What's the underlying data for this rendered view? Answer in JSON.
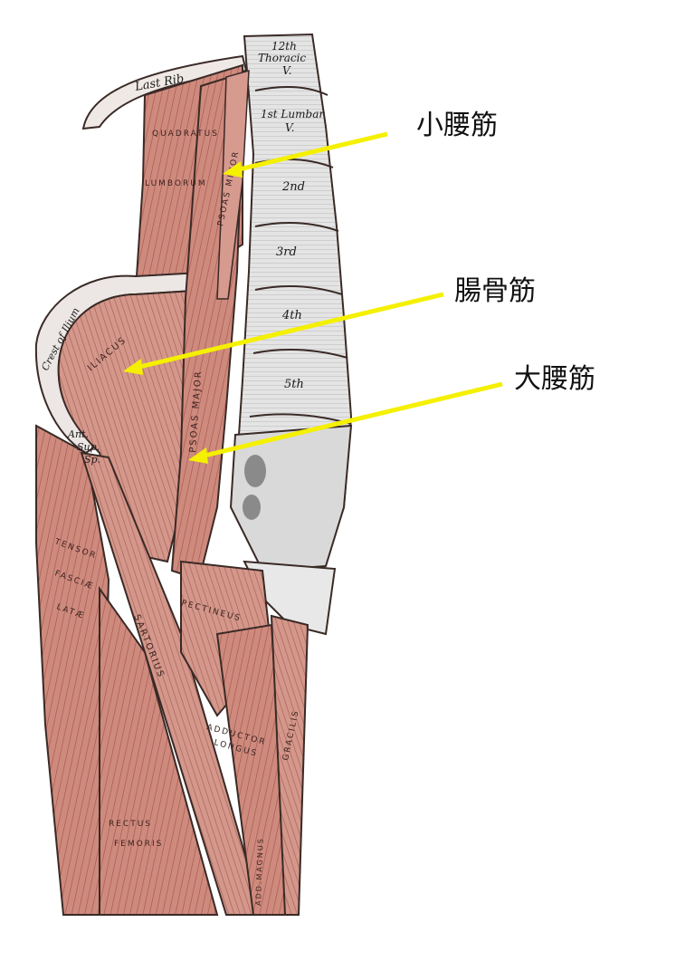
{
  "figure": {
    "callouts": [
      {
        "id": "psoas-minor",
        "text": "小腰筋"
      },
      {
        "id": "iliacus",
        "text": "腸骨筋"
      },
      {
        "id": "psoas-major",
        "text": "大腰筋"
      }
    ],
    "plate_labels": {
      "last_rib": "Last Rib",
      "thoracic_num": "12th",
      "thoracic": "Thoracic",
      "thoracic_v": "V.",
      "lumbar_1": "1st Lumbar",
      "lumbar_1_v": "V.",
      "lumbar_2": "2nd",
      "lumbar_3": "3rd",
      "lumbar_4": "4th",
      "lumbar_5": "5th",
      "crest_of_ilium": "Crest of Ilium",
      "ant": "Ant.",
      "sup": "Sup.",
      "sp": "Sp."
    },
    "muscle_labels": {
      "quadratus": "QUADRATUS",
      "lumborum": "LUMBORUM",
      "psoas_minor": "PSOAS MINOR",
      "iliacus": "ILIACUS",
      "psoas_major": "PSOAS MAJOR",
      "tensor": "TENSOR",
      "fasciae": "FASCIÆ",
      "latae": "LATÆ",
      "sartorius": "SARTORIUS",
      "pectineus": "PECTINEUS",
      "adductor": "ADDUCTOR",
      "longus": "LONGUS",
      "gracilis": "GRACILIS",
      "rectus": "RECTUS",
      "femoris": "FEMORIS",
      "adductor_magnus": "ADD.MAGNUS"
    },
    "colors": {
      "arrow": "#f4f000",
      "muscle": "#cf8a7e",
      "muscle_dark": "#a55a4e",
      "bone": "#e6e6e6",
      "outline": "#3a2a26"
    }
  }
}
